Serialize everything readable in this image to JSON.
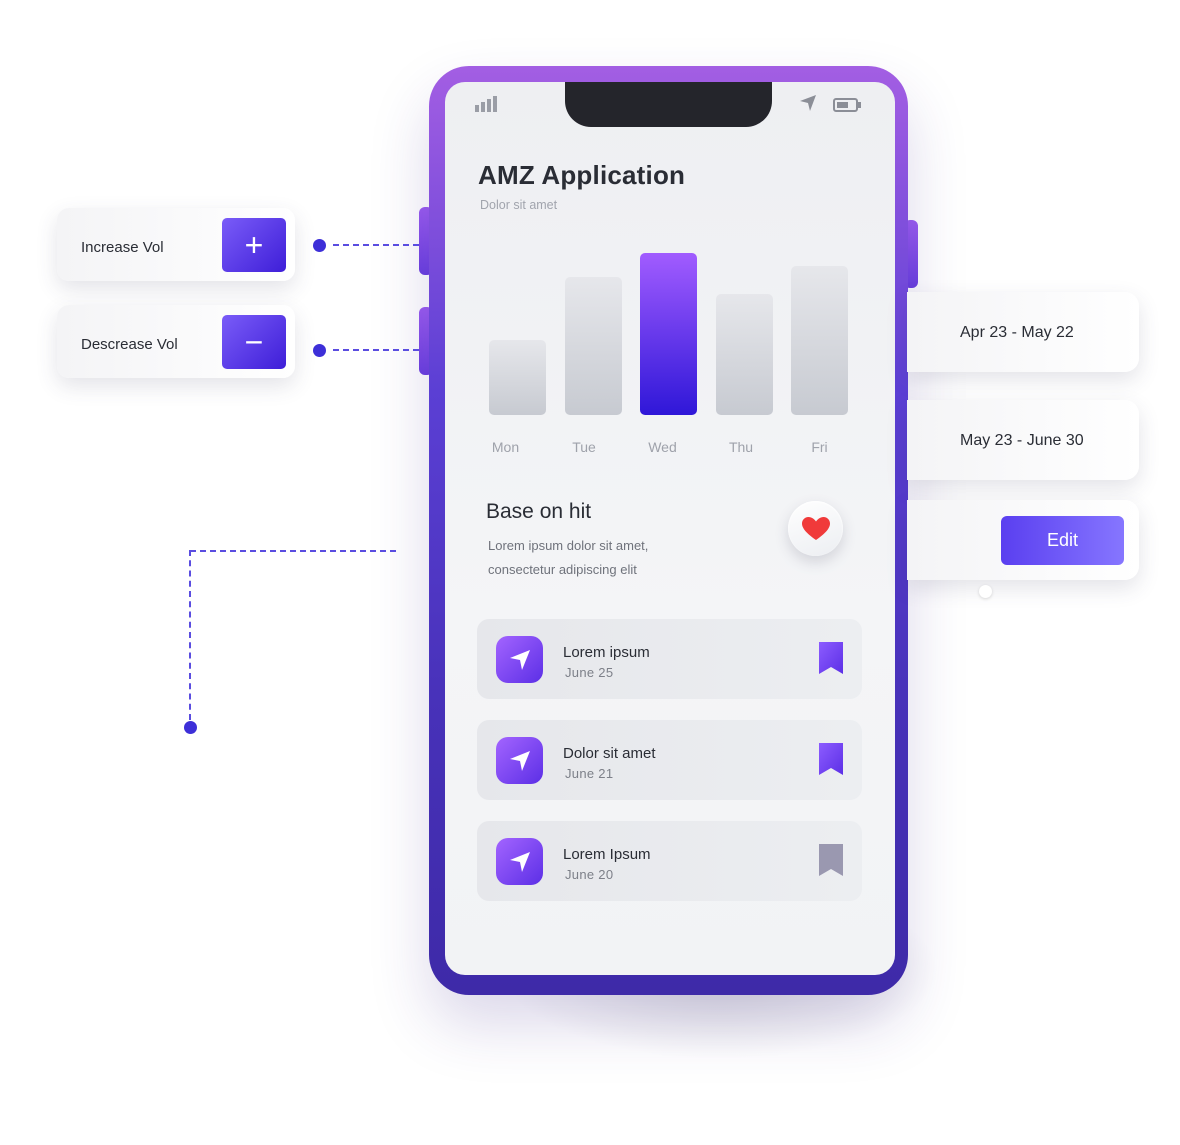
{
  "app": {
    "title": "AMZ Application",
    "subtitle": "Dolor sit amet"
  },
  "chart_data": {
    "type": "bar",
    "categories": [
      "Mon",
      "Tue",
      "Wed",
      "Thu",
      "Fri"
    ],
    "values": [
      46,
      85,
      100,
      75,
      92
    ],
    "highlighted": "Wed",
    "title": "",
    "xlabel": "",
    "ylabel": "",
    "ylim": [
      0,
      100
    ],
    "grid": false
  },
  "section": {
    "title": "Base on hit",
    "description": "Lorem ipsum dolor sit amet, consectetur adipiscing elit"
  },
  "list": [
    {
      "title": "Lorem ipsum",
      "date": "June 25",
      "bookmarked": true
    },
    {
      "title": "Dolor sit amet",
      "date": "June 21",
      "bookmarked": true
    },
    {
      "title": "Lorem Ipsum",
      "date": "June 20",
      "bookmarked": false
    }
  ],
  "volume": {
    "increase_label": "Increase Vol",
    "increase_symbol": "+",
    "decrease_label": "Descrease Vol",
    "decrease_symbol": "−"
  },
  "date_ranges": [
    "Apr 23 - May 22",
    "May 23 - June 30"
  ],
  "edit_label": "Edit",
  "colors": {
    "accent": "#5a3ff0",
    "bar_active_top": "#a15cff",
    "bar_active_bottom": "#2f17d8",
    "heart": "#f03a3a",
    "bookmark_active": "#5c2fe6",
    "bookmark_inactive": "#9a98b0"
  },
  "icons": {
    "status_signal": "signal-bars-icon",
    "status_location": "navigation-arrow-icon",
    "status_battery": "battery-icon",
    "heart": "heart-icon",
    "item": "navigation-arrow-icon",
    "bookmark": "bookmark-icon",
    "plus": "plus-icon",
    "minus": "minus-icon"
  }
}
